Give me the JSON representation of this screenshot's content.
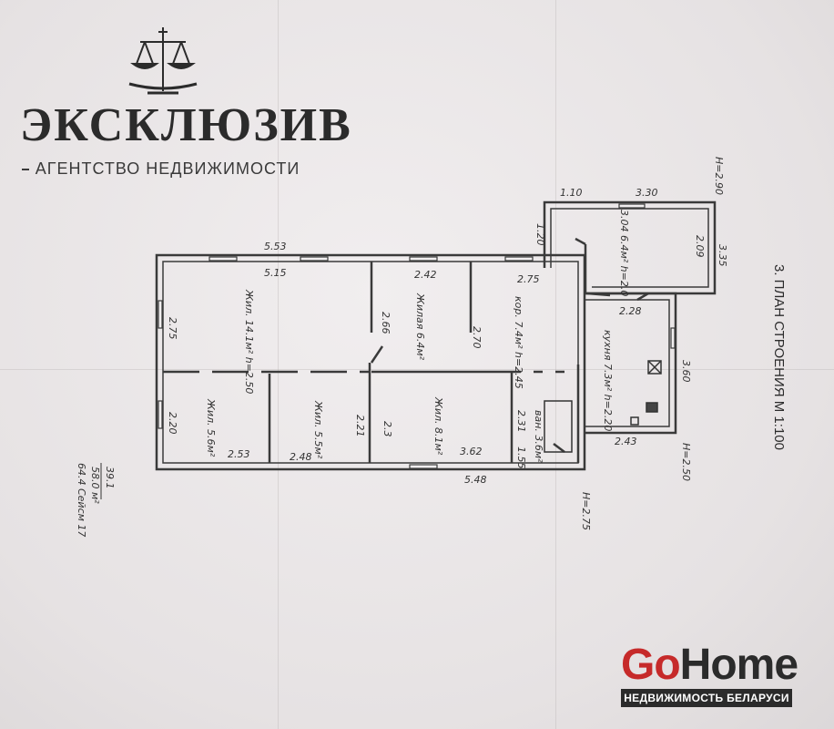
{
  "brand": {
    "name": "ЭКСКЛЮЗИВ",
    "tagline": "АГЕНТСТВО НЕДВИЖИМОСТИ"
  },
  "plan": {
    "title": "3. ПЛАН СТРОЕНИЯ М 1:100",
    "ceiling_labels": [
      "H=2.90",
      "H=2.50",
      "H=2.75"
    ],
    "dimensions": {
      "top_length": "5.53",
      "inner_top": "5.15",
      "left_height": "2.75",
      "left_height_lower": "2.20",
      "bottom_left": "2.53",
      "bottom_mid": "2.48",
      "bottom_total": "5.48",
      "mid_266": "2.66",
      "mid_242": "2.42",
      "mid_275": "2.75",
      "mid_270": "2.70",
      "mid_221": "2.21",
      "mid_23": "2.3",
      "mid_362": "3.62",
      "mid_231": "2.31",
      "mid_155": "1.55",
      "annex_110": "1.10",
      "annex_330": "3.30",
      "annex_120": "1.20",
      "annex_335": "3.35",
      "annex_209": "2.09",
      "annex_228": "2.28",
      "kitchen_360": "3.60",
      "kitchen_243": "2.43"
    },
    "rooms": {
      "living_1": "Жил. 14.1м² h=2.50",
      "living_2": "Жилая 6.4м²",
      "corridor": "кор. 7.4м² h=2.45",
      "annex": "3.04 6.4м² h=2.0",
      "kitchen": "кухня 7.3м² h=2.20",
      "living_3": "Жил. 5.6м²",
      "living_4": "Жил. 5.5м²",
      "living_5": "Жил. 8.1м²",
      "bath": "ван. 3.6м²"
    },
    "notes": [
      "39.1",
      "58.0 м²",
      "64.4 Сейсм 17"
    ]
  },
  "gohome": {
    "go": "Go",
    "home": "Home",
    "tagline": "НЕДВИЖИМОСТЬ БЕЛАРУСИ"
  }
}
